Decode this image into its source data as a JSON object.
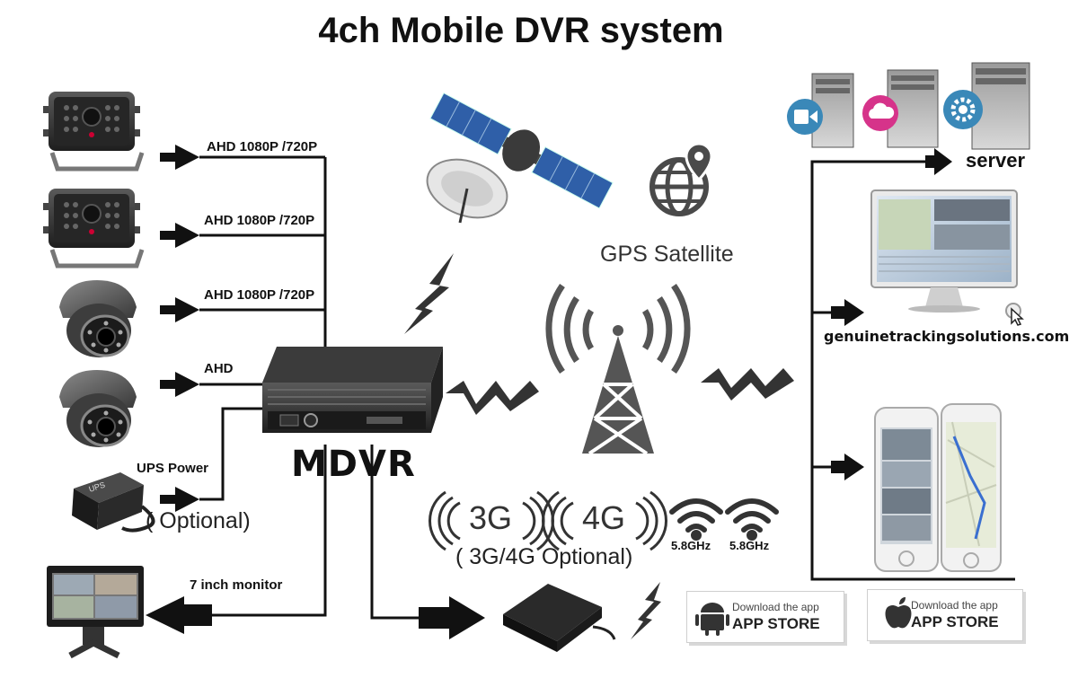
{
  "title": "4ch Mobile DVR system",
  "cameras": [
    {
      "label": "AHD 1080P /720P"
    },
    {
      "label": "AHD 1080P /720P"
    },
    {
      "label": "AHD 1080P /720P"
    },
    {
      "label": "AHD"
    }
  ],
  "ups": {
    "label": "UPS Power",
    "optional": "( Optional)",
    "box_text": "UPS"
  },
  "mdvr_label": "MDVR",
  "monitor_label": "7 inch monitor",
  "gps_label": "GPS Satellite",
  "network": {
    "g3": "3G",
    "g4": "4G",
    "optional": "( 3G/4G Optional)",
    "wifi": [
      "5.8GHz",
      "5.8GHz"
    ]
  },
  "server_label": "server",
  "website": "genuinetrackingsolutions.com",
  "stores": [
    {
      "small": "Download the app",
      "big": "APP STORE",
      "icon": "android-icon"
    },
    {
      "small": "Download the app",
      "big": "APP STORE",
      "icon": "apple-icon"
    }
  ],
  "colors": {
    "line": "#111111",
    "device": "#2b2b2b",
    "satellite_panel": "#2f5fa8",
    "accent_pink": "#d6338a",
    "accent_blue": "#3a88b8"
  }
}
